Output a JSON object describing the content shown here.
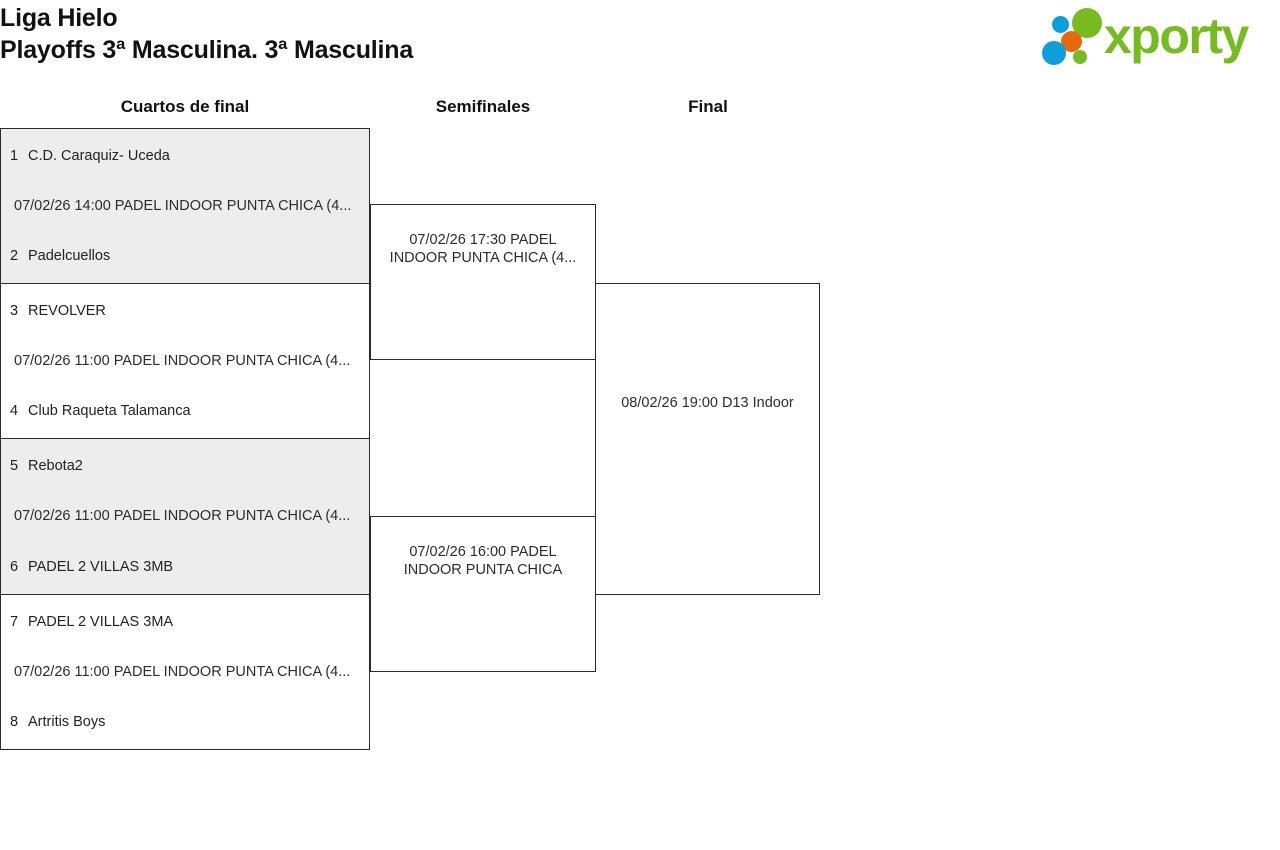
{
  "header": {
    "competition_name": "Liga Hielo",
    "phase_name": "Playoffs 3ª Masculina. 3ª Masculina",
    "logo_text": "xporty"
  },
  "rounds": [
    {
      "key": "quarterfinals",
      "label": "Cuartos de final"
    },
    {
      "key": "semifinals",
      "label": "Semifinales"
    },
    {
      "key": "final",
      "label": "Final"
    }
  ],
  "bracket": {
    "quarterfinals": [
      {
        "shaded": true,
        "top_seed": "1",
        "top_team": "C.D. Caraquiz- Uceda",
        "info": "07/02/26 14:00 PADEL INDOOR PUNTA CHICA (4...",
        "bottom_seed": "2",
        "bottom_team": "Padelcuellos"
      },
      {
        "shaded": false,
        "top_seed": "3",
        "top_team": "REVOLVER",
        "info": "07/02/26 11:00 PADEL INDOOR PUNTA CHICA (4...",
        "bottom_seed": "4",
        "bottom_team": "Club Raqueta Talamanca"
      },
      {
        "shaded": true,
        "top_seed": "5",
        "top_team": "Rebota2",
        "info": "07/02/26 11:00 PADEL INDOOR PUNTA CHICA (4...",
        "bottom_seed": "6",
        "bottom_team": "PADEL 2 VILLAS 3MB"
      },
      {
        "shaded": false,
        "top_seed": "7",
        "top_team": "PADEL 2 VILLAS 3MA",
        "info": "07/02/26 11:00 PADEL INDOOR PUNTA CHICA (4...",
        "bottom_seed": "8",
        "bottom_team": "Artritis Boys"
      }
    ],
    "semifinals": [
      {
        "info": "07/02/26 17:30 PADEL INDOOR PUNTA CHICA (4..."
      },
      {
        "info": "07/02/26 16:00 PADEL INDOOR PUNTA CHICA"
      }
    ],
    "final": {
      "info": "08/02/26 19:00 D13 Indoor"
    }
  },
  "colors": {
    "logo_green": "#76bc21",
    "logo_blue": "#0c9fdc",
    "logo_orange": "#e8680c",
    "box_border": "#2b2b2b",
    "shaded_row": "#ededed"
  }
}
